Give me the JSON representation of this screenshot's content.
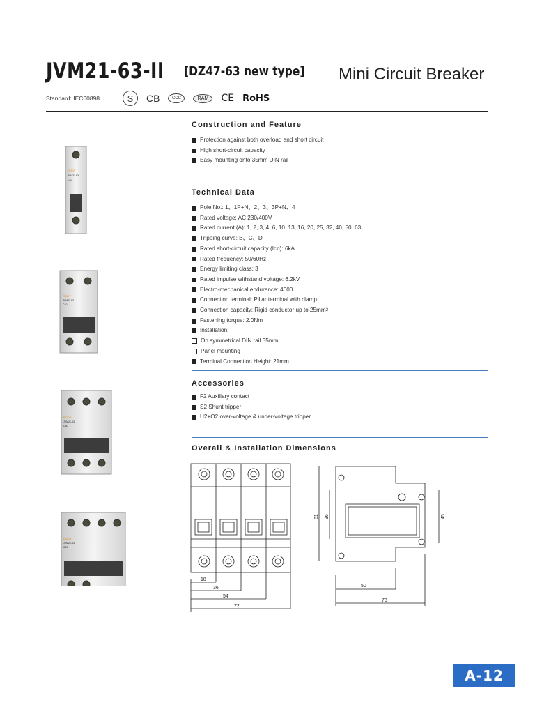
{
  "header": {
    "model": "JVM21-63-ⅠⅠ",
    "alt_type": "[DZ47-63 new type]",
    "product": "Mini Circuit Breaker",
    "standard": "Standard: IEC60898",
    "certifications": {
      "s_mark": "S",
      "cb": "CB",
      "ccc": "CCC",
      "ram": "RAM",
      "ce": "CE",
      "rohs": "RoHS"
    }
  },
  "construction": {
    "title": "Construction and Feature",
    "items": [
      "Protection against both overload and short circuit",
      "High short-circuit capacity",
      "Easy mounting onto 35mm DIN rail"
    ]
  },
  "technical": {
    "title": "Technical Data",
    "items": [
      "Pole No.:  1、1P+N、2、3、3P+N、4",
      "Rated voltage:  AC 230/400V",
      "Rated current (A):  1, 2, 3, 4, 6, 10, 13, 16, 20, 25, 32, 40, 50, 63",
      "Tripping curve:  B、C、D",
      "Rated short-circuit capacity (Icn):  6kA",
      "Rated frequency: 50/60Hz",
      "Energy limiting class:  3",
      "Rated impulse withstand voltage:  6.2kV",
      "Electro-mechanical endurance:  4000",
      "Connection terminal: Pillar terminal with clamp",
      "Connection capacity: Rigid conductor up to 25mm",
      "Fastening torque: 2.0Nm",
      "Installation:",
      "On symmetrical DIN rail 35mm",
      "Panel mounting",
      "Terminal Connection Height: 21mm"
    ],
    "superscript": "2"
  },
  "accessories": {
    "title": "Accessories",
    "items": [
      "F2 Auxiliary contact",
      "S2 Shunt tripper",
      "U2+O2 over-voltage & under-voltage tripper"
    ]
  },
  "dimensions": {
    "title": "Overall & Installation Dimensions",
    "front": [
      "18",
      "36",
      "54",
      "72"
    ],
    "side": [
      "81",
      "36",
      "45",
      "50",
      "78"
    ]
  },
  "products": {
    "brand": "RODY",
    "labels": [
      "JVM21-63",
      "JVM21-63",
      "JVM21-63",
      "JVM21-63"
    ],
    "ratings": [
      "C10",
      "C40",
      "C50",
      "C40"
    ]
  },
  "footer": {
    "page": "A-12"
  }
}
